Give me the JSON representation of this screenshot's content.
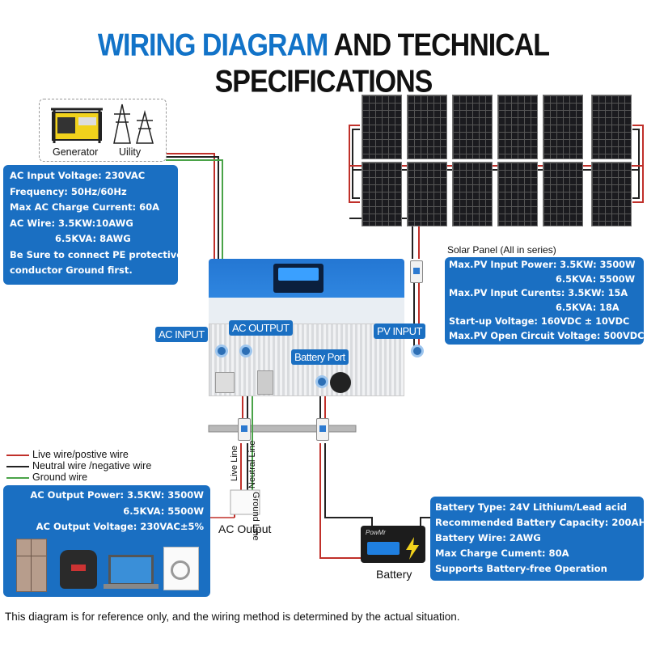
{
  "title": {
    "part1": "WIRING DIAGRAM",
    "part2": "AND TECHNICAL SPECIFICATIONS"
  },
  "sources": {
    "generator": "Generator",
    "utility": "Uility"
  },
  "ac_input_box": {
    "lines": [
      "AC Input Voltage: 230VAC",
      "Frequency: 50Hz/60Hz",
      "Max AC Charge Current: 60A",
      "AC Wire: 3.5KW:10AWG",
      "           6.5KVA: 8AWG",
      "Be Sure to connect PE protective",
      "conductor Ground first."
    ]
  },
  "solar": {
    "caption": "Solar Panel (All in series)",
    "lines": [
      "Max.PV Input Power: 3.5KW: 3500W",
      "                          6.5KVA: 5500W",
      "Max.PV Input Curents: 3.5KW: 15A",
      "                          6.5KVA: 18A",
      "Start-up Voltage: 160VDC ± 10VDC",
      "Max.PV Open Circuit Voltage: 500VDC"
    ]
  },
  "tags": {
    "ac_input": "AC INPUT",
    "ac_output": "AC OUTPUT",
    "pv_input": "PV INPUT",
    "battery_port": "Battery Port"
  },
  "legend": [
    {
      "label": "Live wire/postive wire",
      "color": "#c0302a"
    },
    {
      "label": "Neutral wire /negative wire",
      "color": "#222222"
    },
    {
      "label": "Ground wire",
      "color": "#4aa348"
    }
  ],
  "wire_labels": {
    "live": "Live Line",
    "neutral": "Neutral Line",
    "ground": "Ground Line"
  },
  "ac_output_box": {
    "lines": [
      "AC Output Power: 3.5KW: 3500W",
      "6.5KVA: 5500W",
      "AC Output Voltage: 230VAC±5%"
    ],
    "label": "AC Output"
  },
  "battery_box": {
    "lines": [
      "Battery Type: 24V Lithium/Lead acid",
      "Recommended Battery Capacity: 200AH",
      "Battery Wire: 2AWG",
      "Max Charge Cument: 80A",
      "Supports Battery-free Operation"
    ],
    "label": "Battery",
    "brand": "PowMr"
  },
  "footer": "This diagram is for reference only, and the wiring method is determined by the actual situation.",
  "colors": {
    "accent": "#1a6fc2",
    "live": "#c0302a",
    "neutral": "#222222",
    "ground": "#4aa348"
  }
}
